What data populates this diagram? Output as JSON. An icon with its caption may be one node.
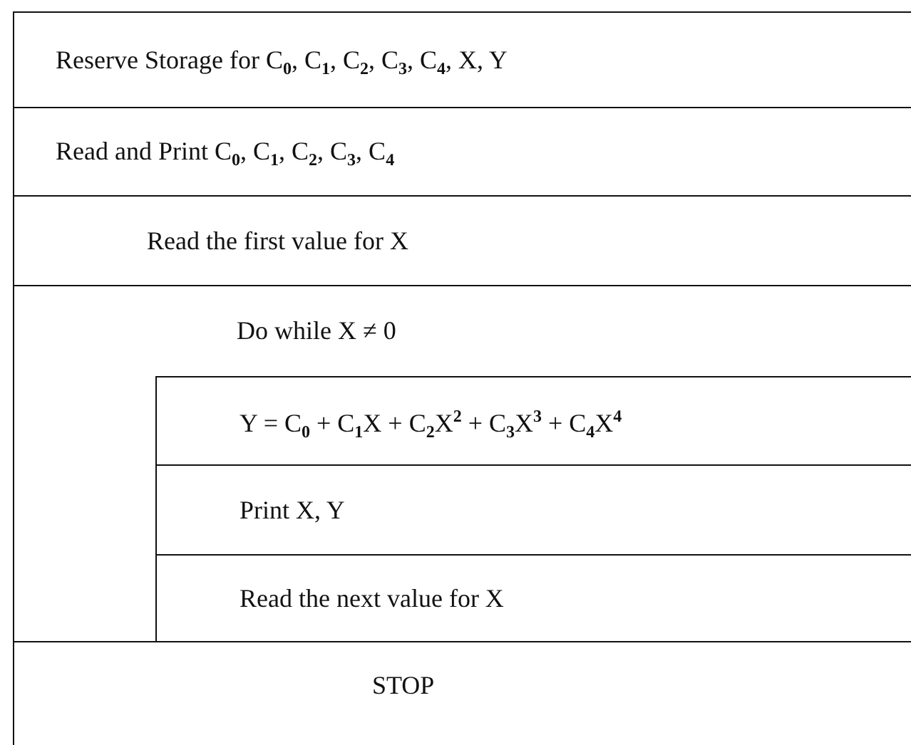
{
  "diagram": {
    "nodes": [
      {
        "text": [
          "Reserve Storage for C$_{0}$, C$_{1}$, C$_{2}$, C$_{3}$, C$_{4}$, X, Y"
        ]
      },
      {
        "text": [
          "Read and Print C$_{0}$, C$_{1}$, C$_{2}$, C$_{3}$, C$_{4}$"
        ]
      },
      {
        "text": [
          "Read the first value for X"
        ]
      },
      {
        "text": [
          "Do while X ≠ 0"
        ]
      },
      {
        "text": [
          "Y = C$_{0}$ + C$_{1}$X + C$_{2}$X$^{2}$ + C$_{3}$X$^{3}$ + C$_{4}$X$^{4}$"
        ],
        "in": 3
      },
      {
        "text": [
          "Print X, Y"
        ],
        "in": 3
      },
      {
        "text": [
          "Read the next value for X"
        ],
        "in": 3
      },
      {
        "text": [
          "STOP"
        ]
      }
    ]
  }
}
